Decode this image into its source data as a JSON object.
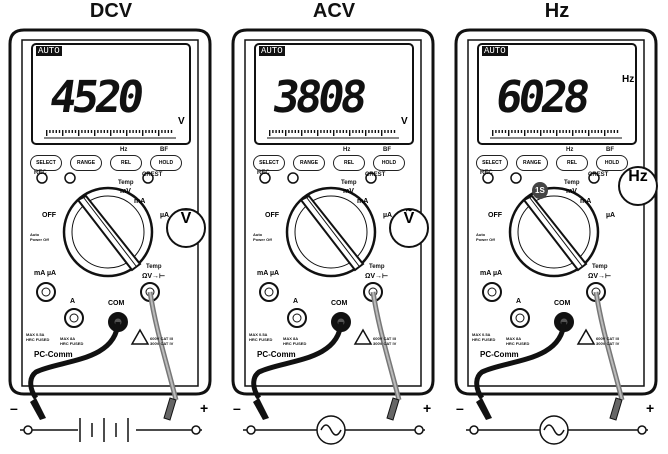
{
  "panels": [
    {
      "title": "DCV",
      "lcd": {
        "mode": "AUTO",
        "value": "4520",
        "unit": "V"
      },
      "callout": "V̅",
      "source": "battery"
    },
    {
      "title": "ACV",
      "lcd": {
        "mode": "AUTO",
        "value": "3808",
        "unit": "V"
      },
      "callout": "Ṽ",
      "source": "ac"
    },
    {
      "title": "Hz",
      "lcd": {
        "mode": "AUTO",
        "value": "6028",
        "unit": "Hz"
      },
      "callout": "Hz",
      "press_label": "1S",
      "source": "ac"
    }
  ],
  "buttons": {
    "select": "SELECT",
    "range": "RANGE",
    "rel": "REL",
    "hold": "HOLD",
    "hz": "Hz",
    "bf": "BF"
  },
  "dial_labels": {
    "rec": "REC",
    "temp": "Temp",
    "mv": "mV",
    "crest": "CREST",
    "ma_dial": "mA",
    "ua_dial": "µA",
    "off": "OFF",
    "auto_off": "Auto Power Off"
  },
  "jacks": {
    "ma_ua": "mA µA",
    "a": "A",
    "com": "COM",
    "temp_jack": "Temp",
    "ohm_v": "ΩV→⊢",
    "max_a": "MAX 0.5A\nHRC FUSED",
    "max_10a": "MAX 8A\nHRC FUSED",
    "cat": "600V CAT III\n300V CAT IV"
  },
  "brand": "PC-Comm",
  "probe_signs": {
    "neg": "–",
    "pos": "+"
  }
}
